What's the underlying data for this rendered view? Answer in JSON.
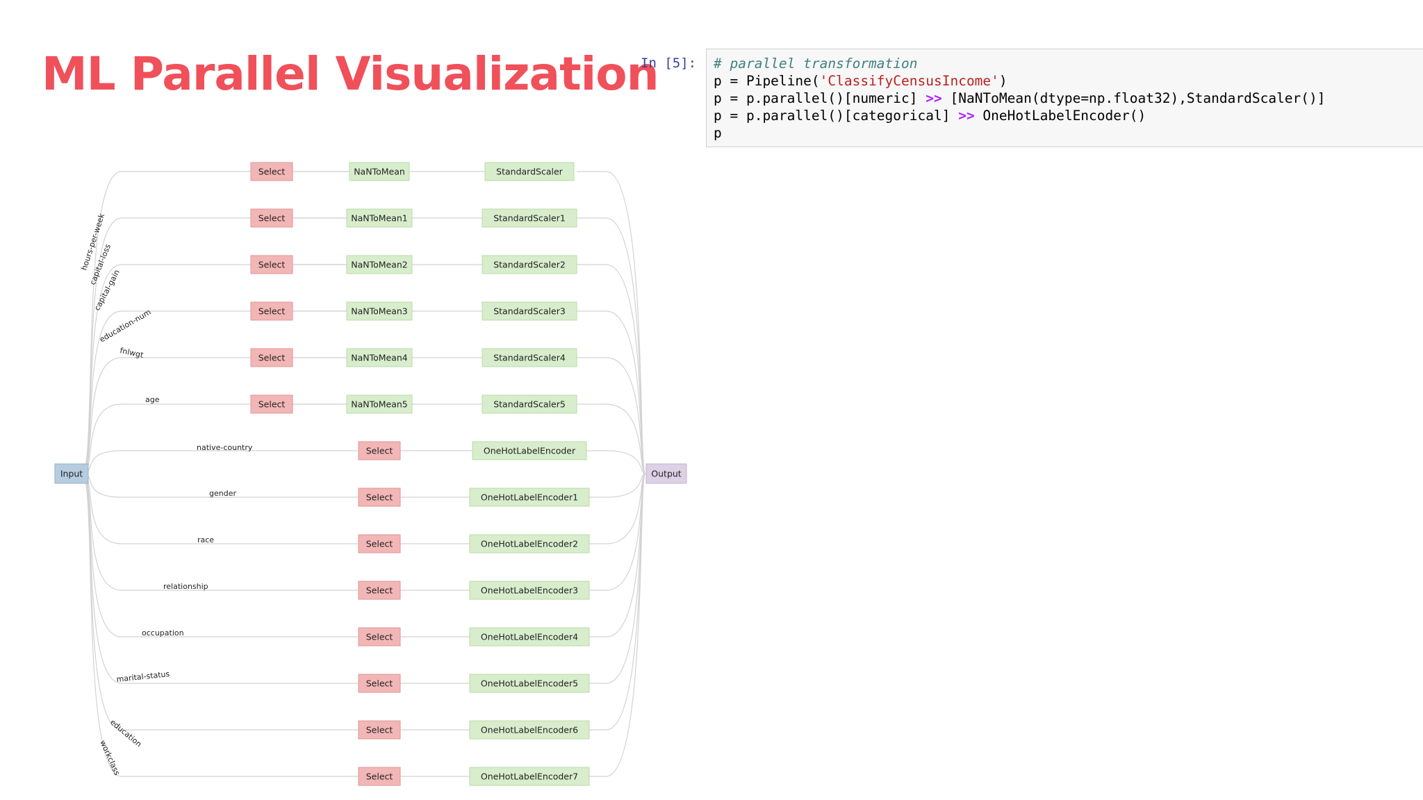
{
  "title": "ML Parallel Visualization",
  "cell": {
    "prompt": "In [5]:",
    "lines": [
      [
        {
          "t": "# parallel transformation",
          "c": "cm"
        }
      ],
      [
        {
          "t": "p = Pipeline("
        },
        {
          "t": "'ClassifyCensusIncome'",
          "c": "st"
        },
        {
          "t": ")"
        }
      ],
      [
        {
          "t": "p = p.parallel()[numeric] "
        },
        {
          "t": ">>",
          "c": "op"
        },
        {
          "t": " [NaNToMean(dtype=np.float32),StandardScaler()]"
        }
      ],
      [
        {
          "t": "p = p.parallel()[categorical] "
        },
        {
          "t": ">>",
          "c": "op"
        },
        {
          "t": " OneHotLabelEncoder()"
        }
      ],
      [
        {
          "t": "p"
        }
      ]
    ]
  },
  "colors": {
    "title": "#f0505a",
    "select_fill": "#f2b6b6",
    "select_stroke": "#e29696",
    "transform_fill": "#d8edcc",
    "transform_stroke": "#b9dca6",
    "input_fill": "#b6cce0",
    "input_stroke": "#93b0cc",
    "output_fill": "#ddd1e6",
    "output_stroke": "#c2b0d2",
    "edge": "#d2d2d2"
  },
  "graph": {
    "input_label": "Input",
    "output_label": "Output",
    "numeric": [
      {
        "feature": "hours-per-week",
        "select": "Select",
        "nan": "NaNToMean",
        "scaler": "StandardScaler"
      },
      {
        "feature": "capital-loss",
        "select": "Select",
        "nan": "NaNToMean1",
        "scaler": "StandardScaler1"
      },
      {
        "feature": "capital-gain",
        "select": "Select",
        "nan": "NaNToMean2",
        "scaler": "StandardScaler2"
      },
      {
        "feature": "education-num",
        "select": "Select",
        "nan": "NaNToMean3",
        "scaler": "StandardScaler3"
      },
      {
        "feature": "fnlwgt",
        "select": "Select",
        "nan": "NaNToMean4",
        "scaler": "StandardScaler4"
      },
      {
        "feature": "age",
        "select": "Select",
        "nan": "NaNToMean5",
        "scaler": "StandardScaler5"
      }
    ],
    "categorical": [
      {
        "feature": "native-country",
        "select": "Select",
        "encoder": "OneHotLabelEncoder"
      },
      {
        "feature": "gender",
        "select": "Select",
        "encoder": "OneHotLabelEncoder1"
      },
      {
        "feature": "race",
        "select": "Select",
        "encoder": "OneHotLabelEncoder2"
      },
      {
        "feature": "relationship",
        "select": "Select",
        "encoder": "OneHotLabelEncoder3"
      },
      {
        "feature": "occupation",
        "select": "Select",
        "encoder": "OneHotLabelEncoder4"
      },
      {
        "feature": "marital-status",
        "select": "Select",
        "encoder": "OneHotLabelEncoder5"
      },
      {
        "feature": "education",
        "select": "Select",
        "encoder": "OneHotLabelEncoder6"
      },
      {
        "feature": "workclass",
        "select": "Select",
        "encoder": "OneHotLabelEncoder7"
      }
    ]
  }
}
